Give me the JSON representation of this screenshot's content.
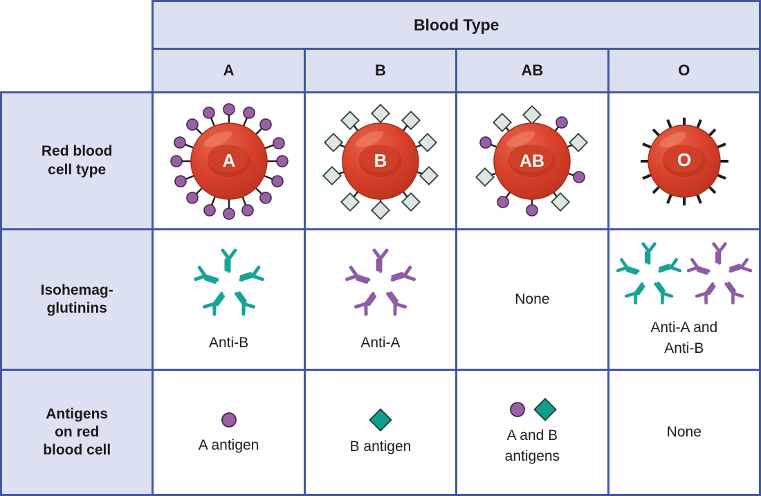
{
  "header": {
    "main_title": "Blood Type",
    "corner_blank": "",
    "columns": [
      "A",
      "B",
      "AB",
      "O"
    ]
  },
  "rows": [
    {
      "id": "red-blood-cell-type",
      "label": "Red blood cell type",
      "label_lines": [
        "Red blood",
        "cell type"
      ],
      "cells": [
        {
          "column": "A",
          "cell_letter": "A",
          "antigen_style": "circles",
          "caption": ""
        },
        {
          "column": "B",
          "cell_letter": "B",
          "antigen_style": "diamonds",
          "caption": ""
        },
        {
          "column": "AB",
          "cell_letter": "AB",
          "antigen_style": "both",
          "caption": ""
        },
        {
          "column": "O",
          "cell_letter": "O",
          "antigen_style": "none",
          "caption": ""
        }
      ]
    },
    {
      "id": "isohemagglutinins",
      "label": "Isohemagglutinins",
      "label_lines": [
        "Isohemag-",
        "glutinins"
      ],
      "cells": [
        {
          "column": "A",
          "antibodies": [
            "teal"
          ],
          "caption": "Anti-B"
        },
        {
          "column": "B",
          "antibodies": [
            "purple"
          ],
          "caption": "Anti-A"
        },
        {
          "column": "AB",
          "antibodies": [],
          "caption": "None"
        },
        {
          "column": "O",
          "antibodies": [
            "teal",
            "purple"
          ],
          "caption_lines": [
            "Anti-A and",
            "Anti-B"
          ],
          "caption": "Anti-A and Anti-B"
        }
      ]
    },
    {
      "id": "antigens-on-red-blood-cell",
      "label": "Antigens on red blood cell",
      "label_lines": [
        "Antigens",
        "on red",
        "blood cell"
      ],
      "cells": [
        {
          "column": "A",
          "markers": [
            "circle"
          ],
          "caption": "A antigen"
        },
        {
          "column": "B",
          "markers": [
            "diamond"
          ],
          "caption": "B antigen"
        },
        {
          "column": "AB",
          "markers": [
            "circle",
            "diamond"
          ],
          "caption_lines": [
            "A and B",
            "antigens"
          ],
          "caption": "A and B antigens"
        },
        {
          "column": "O",
          "markers": [],
          "caption": "None"
        }
      ]
    }
  ],
  "colors": {
    "border": "#4256a6",
    "header_fill": "#dce1f2",
    "row_label_fill": "#dde2f2",
    "cell_body": "#d9402a",
    "cell_body_dark": "#b5331f",
    "a_antigen_purple": "#9b5fa8",
    "b_antigen_teal": "#0f9e8e",
    "b_antigen_pale": "#dde6e0",
    "antibody_teal": "#17a398",
    "antibody_purple": "#8e5ba6",
    "stalk": "#1b1b1b",
    "text": "#1a1a1a"
  }
}
